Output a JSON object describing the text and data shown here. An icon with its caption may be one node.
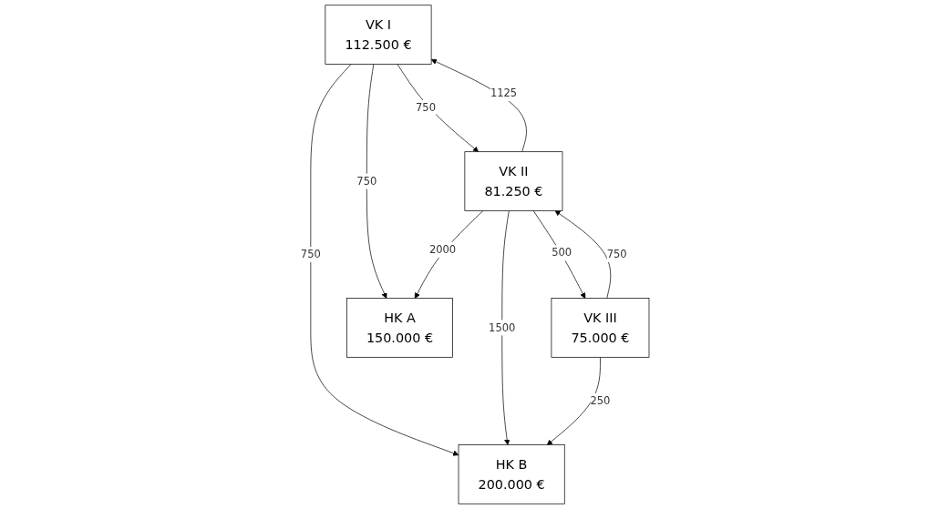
{
  "diagram": {
    "nodes": [
      {
        "text": [
          "VK I",
          "112.500 €"
        ]
      },
      {
        "text": [
          "VK II",
          "81.250 €"
        ]
      },
      {
        "text": [
          "VK III",
          "75.000 €"
        ]
      },
      {
        "text": [
          "HK A",
          "150.000 €"
        ]
      },
      {
        "text": [
          "HK B",
          "200.000 €"
        ]
      }
    ],
    "edges": [
      {
        "from": 0,
        "to": 1,
        "arrow": "to",
        "label": "750"
      },
      {
        "from": 1,
        "to": 0,
        "arrow": "to",
        "label": "1125"
      },
      {
        "from": 2,
        "to": 1,
        "arrow": "to",
        "label": "750"
      },
      {
        "from": 1,
        "to": 2,
        "arrow": "to",
        "label": "500"
      },
      {
        "from": 0,
        "to": 3,
        "arrow": "to",
        "label": "750"
      },
      {
        "from": 1,
        "to": 3,
        "arrow": "to",
        "label": "2000"
      },
      {
        "from": 0,
        "to": 4,
        "arrow": "to",
        "label": "750"
      },
      {
        "from": 1,
        "to": 4,
        "arrow": "to",
        "label": "1500"
      },
      {
        "from": 2,
        "to": 4,
        "arrow": "to",
        "label": "250"
      }
    ]
  }
}
